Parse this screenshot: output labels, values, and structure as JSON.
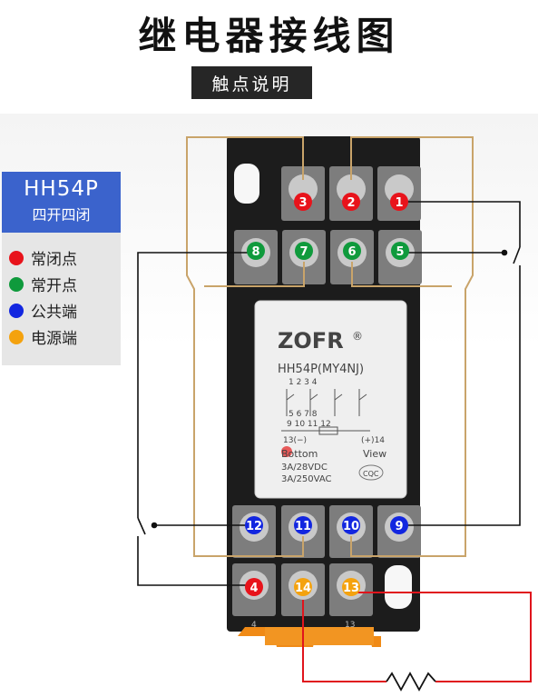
{
  "title": "继电器接线图",
  "subtitle": "触点说明",
  "legend": {
    "model": "HH54P",
    "desc": "四开四闭",
    "items": [
      {
        "label": "常闭点",
        "color": "#e8131b"
      },
      {
        "label": "常开点",
        "color": "#0f9a3c"
      },
      {
        "label": "公共端",
        "color": "#1226e0"
      },
      {
        "label": "电源端",
        "color": "#f4a20e"
      }
    ]
  },
  "relay": {
    "brand": "ZOFR",
    "registered": "®",
    "model": "HH54P(MY4NJ)",
    "top_pins": "1    2    3    4",
    "mid_pins": "5    6    7    8",
    "bot_pins": "9   10   11   12",
    "coil_left": "13(−)",
    "coil_right": "(+)14",
    "bottom_label": "Bottom",
    "view_label": "View",
    "rating_dc": "3A/28VDC",
    "rating_ac": "3A/250VAC",
    "cert": "CQC"
  },
  "terminals": {
    "row1": [
      "3",
      "2",
      "1"
    ],
    "row2": [
      "8",
      "7",
      "6",
      "5"
    ],
    "row3": [
      "12",
      "11",
      "10",
      "9"
    ],
    "row4": [
      "4",
      "14",
      "13"
    ]
  },
  "base_labels": {
    "pin4": "4",
    "pin13": "13"
  }
}
